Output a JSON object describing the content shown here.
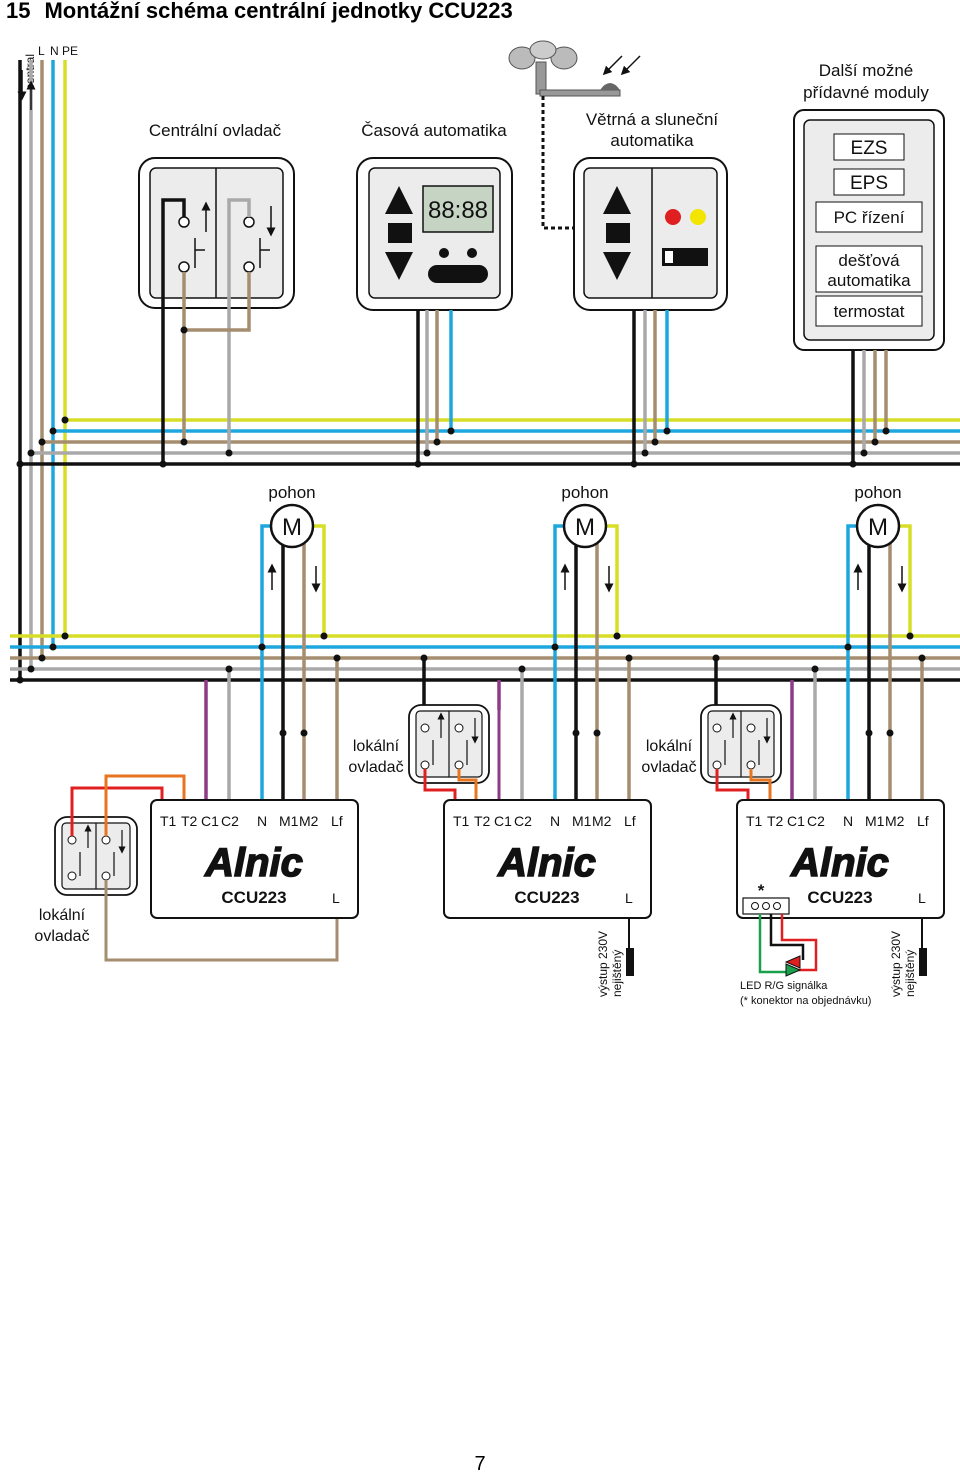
{
  "header": {
    "section_number": "15",
    "title": "Montážní schéma centrální jednotky CCU223"
  },
  "bus_labels": {
    "central": "central",
    "L": "L",
    "N": "N",
    "PE": "PE"
  },
  "top_devices": {
    "central_controller": "Centrální ovladač",
    "timer": "Časová automatika",
    "timer_display": "88:88",
    "wind_sun": [
      "Větrná a sluneční",
      "automatika"
    ],
    "modules_heading": [
      "Další možné",
      "přídavné moduly"
    ],
    "modules": {
      "ezs": "EZS",
      "eps": "EPS",
      "pc": "PC řízení",
      "rain": [
        "dešťová",
        "automatika"
      ],
      "thermostat": "termostat"
    }
  },
  "motors": {
    "label": "pohon",
    "symbol": "M"
  },
  "local_controller": [
    "lokální",
    "ovladač"
  ],
  "units": {
    "brand": "Alnic",
    "model": "CCU223",
    "terminal_T1": "T1",
    "terminal_T2": "T2",
    "terminal_C1": "C1",
    "terminal_C2": "C2",
    "terminal_N": "N",
    "terminal_M1": "M1",
    "terminal_M2": "M2",
    "terminal_Lf": "Lf",
    "terminal_L": "L",
    "output_note": [
      "výstup 230V",
      "nejištěný"
    ],
    "connector_star": "*",
    "led_note": [
      "LED R/G signálka",
      "(* konektor na objednávku)"
    ]
  },
  "page_number": "7",
  "colors": {
    "phase": "#111111",
    "neutral": "#1ea7df",
    "pe": "#d7de26",
    "control_brown": "#a58d6f",
    "control_grey": "#a9a9a9",
    "purple": "#8e3b86",
    "orange": "#e8741f",
    "red": "#e02020",
    "green": "#19a04a",
    "brand_yellow": "#f2e500"
  }
}
